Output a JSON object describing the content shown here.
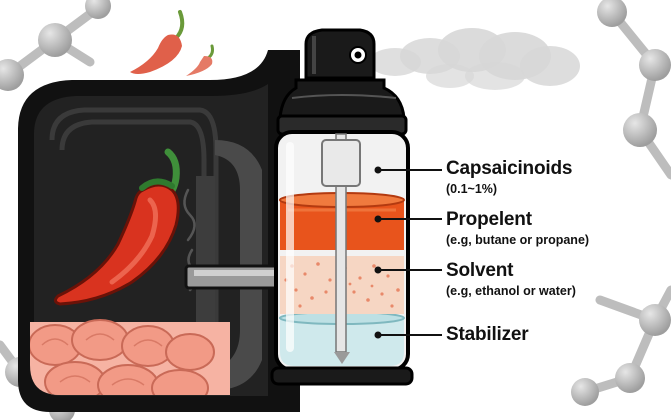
{
  "colors": {
    "molecule": "#bdbdbd",
    "outline": "#111111",
    "propellant": "#e8541c",
    "solvent": "#f6d6c3",
    "stabilizer": "#cfe9ec",
    "pepper": "#d9331f",
    "stem": "#3f8f3a",
    "flesh": "#f29a86"
  },
  "icons": [
    "molecule-icon",
    "chili-pepper-icon",
    "spray-can-icon"
  ],
  "components": [
    {
      "name": "Capsaicinoids",
      "detail": "(0.1~1%)"
    },
    {
      "name": "Propelent",
      "detail": "(e.g, butane or propane)"
    },
    {
      "name": "Solvent",
      "detail": "(e.g, ethanol or water)"
    },
    {
      "name": "Stabilizer",
      "detail": ""
    }
  ]
}
